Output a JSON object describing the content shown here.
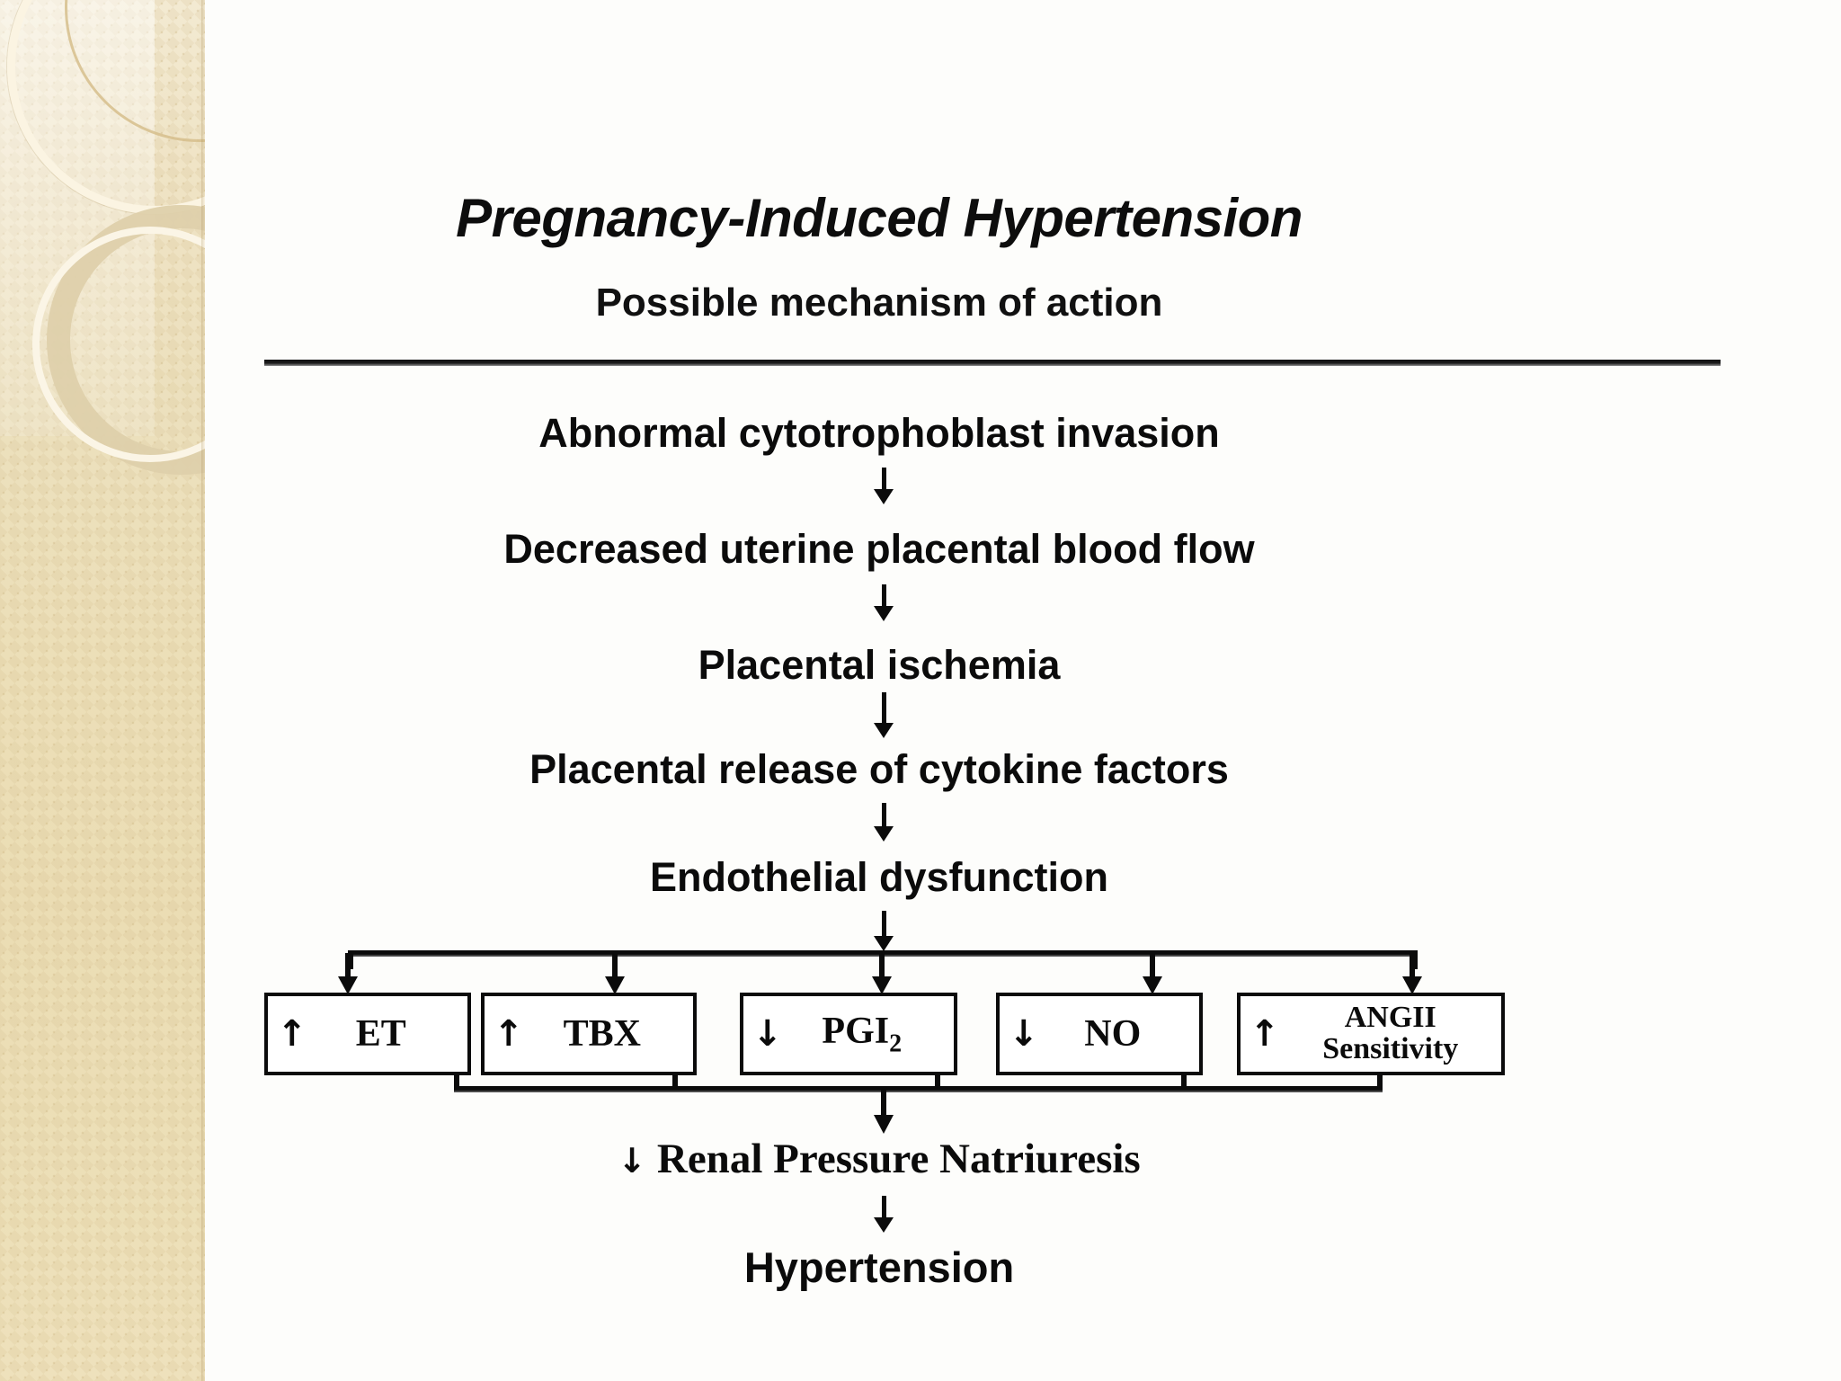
{
  "slide": {
    "title": "Pregnancy-Induced Hypertension",
    "subtitle": "Possible mechanism of action"
  },
  "flow": {
    "steps": [
      "Abnormal cytotrophoblast invasion",
      "Decreased uterine placental blood flow",
      "Placental ischemia",
      "Placental release of cytokine factors",
      "Endothelial dysfunction"
    ]
  },
  "factors": [
    {
      "direction_glyph": "↑",
      "direction": "increase",
      "label": "ET",
      "subscript": ""
    },
    {
      "direction_glyph": "↑",
      "direction": "increase",
      "label": "TBX",
      "subscript": ""
    },
    {
      "direction_glyph": "↓",
      "direction": "decrease",
      "label": "PGI",
      "subscript": "2"
    },
    {
      "direction_glyph": "↓",
      "direction": "decrease",
      "label": "NO",
      "subscript": ""
    },
    {
      "direction_glyph": "↑",
      "direction": "increase",
      "label_line1": "ANGII",
      "label_line2": "Sensitivity"
    }
  ],
  "outcome": {
    "renal_arrow_glyph": "↓",
    "renal_label": "Renal Pressure Natriuresis",
    "final_label": "Hypertension"
  },
  "colors": {
    "ink": "#0b0b0b",
    "sidebar_base": "#ecdfb8",
    "sidebar_light": "#f3ead2",
    "ring_cream": "#fbf4e2",
    "ring_tan": "#ded0ab",
    "slide_background": "#fdfdfb"
  }
}
